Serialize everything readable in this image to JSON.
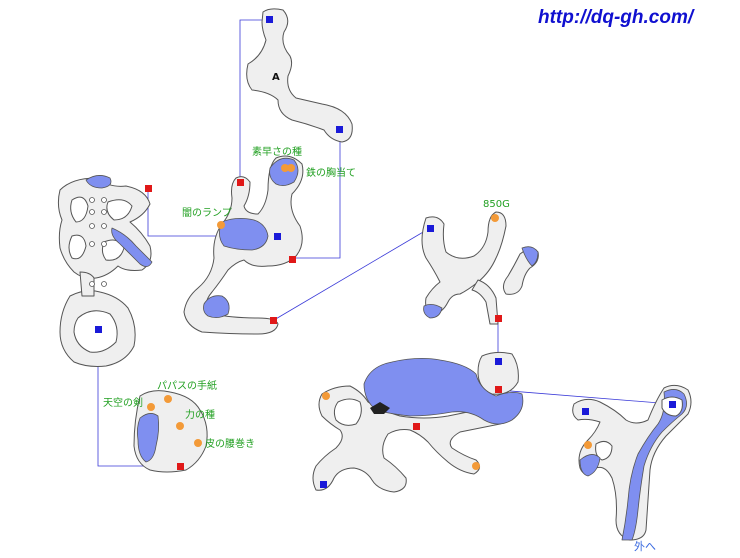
{
  "site_url": "http://dq-gh.com/",
  "labels": {
    "a_marker": "A",
    "swift_seed": "素早さの種",
    "iron_breastplate": "鉄の胸当て",
    "dark_lamp": "闇のランプ",
    "gold": "850G",
    "papas_letter": "パパスの手紙",
    "sky_sword": "天空の剣",
    "strength_seed": "力の種",
    "leather_waistcoat": "皮の腰巻き",
    "exit": "外へ"
  },
  "colors": {
    "cave_floor": "#efefef",
    "water": "#7f8ff0",
    "stairs_up": "#e01818",
    "stairs_down": "#1a1ad8",
    "treasure": "#f39a38",
    "item_label": "#22a022",
    "exit_label": "#3a6ae0",
    "url_text": "#1010d0"
  },
  "legend_icons": {
    "stairs_up": "red-square-icon",
    "stairs_down": "blue-square-icon",
    "treasure": "orange-dot-icon"
  }
}
